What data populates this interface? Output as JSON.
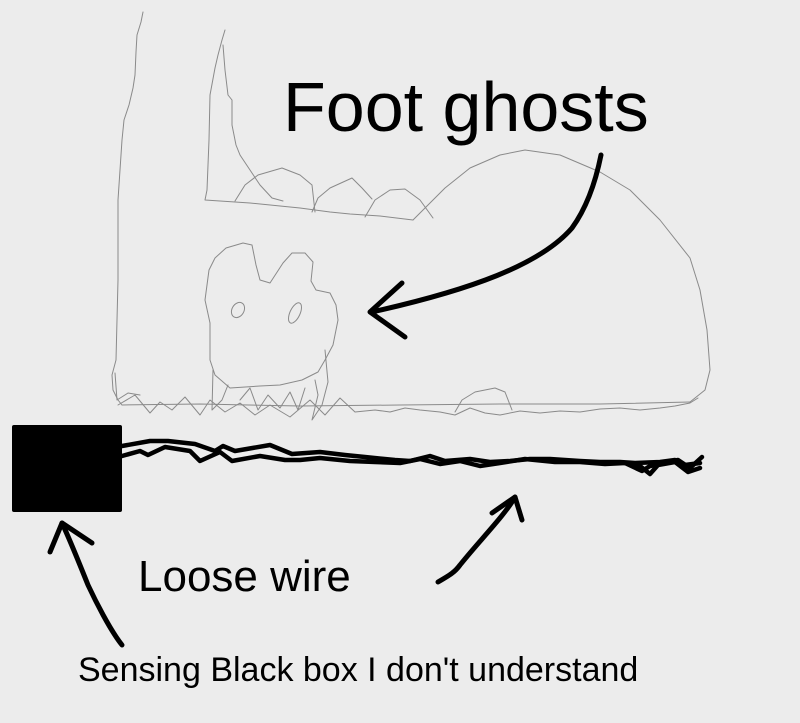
{
  "diagram": {
    "title": "Foot ghosts",
    "labels": {
      "wire": "Loose wire",
      "box": "Sensing Black box I don't understand"
    },
    "elements": [
      {
        "id": "foot-sketch",
        "kind": "sketch",
        "description": "boot/foot outline"
      },
      {
        "id": "ghost",
        "kind": "sketch",
        "description": "ghost shape with two eyes"
      },
      {
        "id": "black-box",
        "kind": "rect",
        "description": "sensing black box"
      },
      {
        "id": "loose-wire",
        "kind": "line",
        "description": "tangled wire from box"
      }
    ],
    "arrows": [
      {
        "from": "Foot ghosts",
        "to": "ghost"
      },
      {
        "from": "Loose wire",
        "to": "loose-wire"
      },
      {
        "from": "Sensing Black box I don't understand",
        "to": "black-box"
      }
    ],
    "colors": {
      "background": "#ececec",
      "ink": "#000000",
      "sketch": "#8a8a8a"
    }
  }
}
